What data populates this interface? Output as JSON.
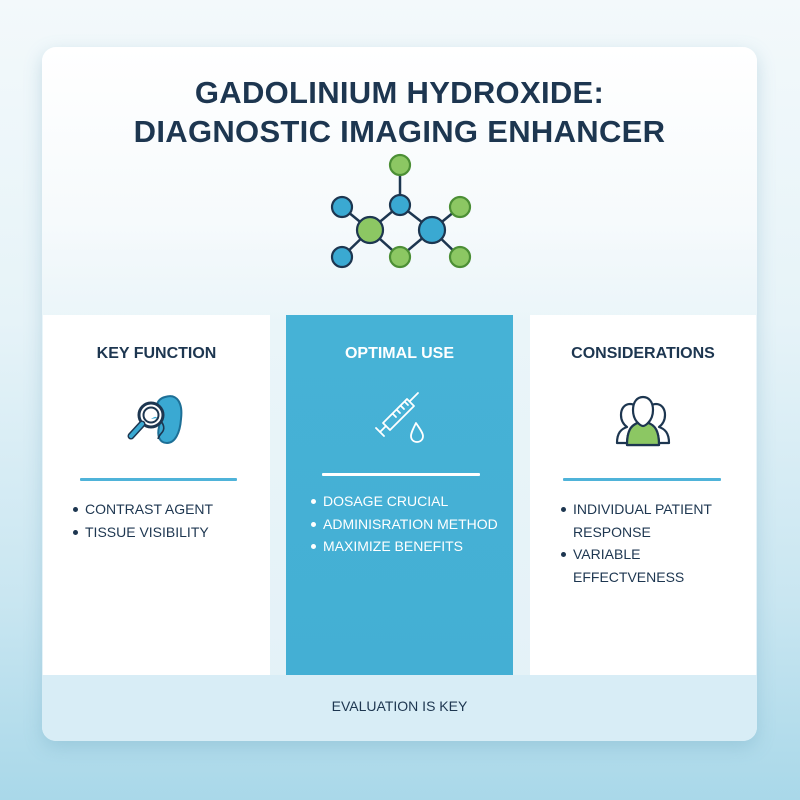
{
  "title": {
    "line1": "GADOLINIUM HYDROXIDE:",
    "line2": "DIAGNOSTIC IMAGING ENHANCER"
  },
  "header_icon": "molecule-icon",
  "colors": {
    "title_text": "#1d3650",
    "accent_blue": "#44afd4",
    "molecule_blue": "#3aa9d2",
    "molecule_green": "#8cc763",
    "divider": "#4fb3d9",
    "footer_bg": "#d8edf6"
  },
  "columns": [
    {
      "title": "KEY FUNCTION",
      "icon": "magnifier-organ-icon",
      "items": [
        "CONTRAST AGENT",
        "TISSUE VISIBILITY"
      ]
    },
    {
      "title": "OPTIMAL USE",
      "icon": "syringe-drop-icon",
      "items": [
        "DOSAGE CRUCIAL",
        "ADMINISRATION METHOD",
        "MAXIMIZE BENEFITS"
      ]
    },
    {
      "title": "CONSIDERATIONS",
      "icon": "patient-group-icon",
      "items": [
        "INDIVIDUAL PATIENT RESPONSE",
        "VARIABLE EFFECTVENESS"
      ]
    }
  ],
  "footer": {
    "text": "EVALUATION IS KEY"
  }
}
